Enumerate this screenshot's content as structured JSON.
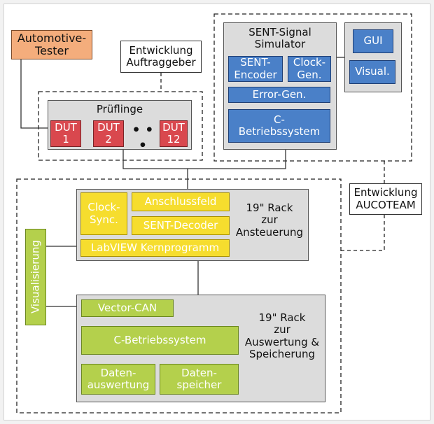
{
  "automotive_tester": "Automotive-\nTester",
  "entwicklung_auftraggeber": "Entwicklung\nAuftraggeber",
  "entwicklung_aucoteam": "Entwicklung\nAUCOTEAM",
  "pruflinge": {
    "title": "Prüflinge",
    "duts": [
      "DUT\n1",
      "DUT\n2",
      "DUT\n12"
    ],
    "ellipsis": "• • •"
  },
  "simulator": {
    "title": "SENT-Signal\nSimulator",
    "sent_encoder": "SENT-\nEncoder",
    "clock_gen": "Clock-\nGen.",
    "error_gen": "Error-Gen.",
    "c_betriebssystem": "C-\nBetriebssystem",
    "gui": "GUI",
    "visual": "Visual."
  },
  "rack_ansteuerung": {
    "title": "19\" Rack\nzur\nAnsteuerung",
    "clock_sync": "Clock-\nSync.",
    "anschlussfeld": "Anschlussfeld",
    "sent_decoder": "SENT-Decoder",
    "labview": "LabVIEW Kernprogramm"
  },
  "visualisierung": "Visualisierung",
  "rack_auswertung": {
    "title": "19\" Rack\nzur\nAuswertung &\nSpeicherung",
    "vector_can": "Vector-CAN",
    "c_betriebssystem": "C-Betriebssystem",
    "datenauswertung": "Daten-\nauswertung",
    "datenspeicher": "Daten-\nspeicher"
  },
  "colors": {
    "blue": "#4a80c8",
    "red": "#d9484e",
    "yellow": "#f6dd2e",
    "green": "#b4d04c",
    "orange": "#f4ad7c",
    "gray": "#dcdcdc"
  }
}
